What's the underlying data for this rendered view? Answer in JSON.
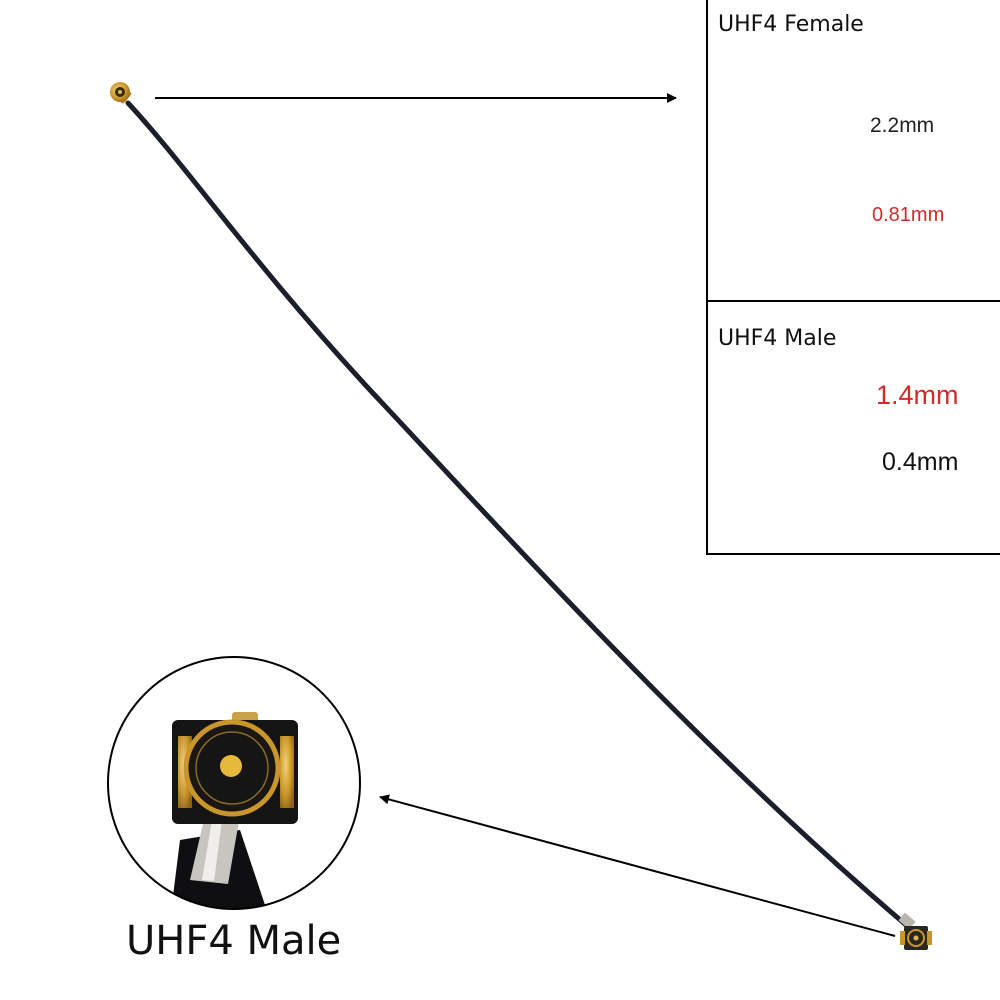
{
  "female_panel": {
    "title": "UHF4 Female",
    "head_width": "2.2mm",
    "cable_diameter": "0.81mm"
  },
  "male_panel": {
    "title": "UHF4 Male",
    "body_width": "1.4mm",
    "pin_diameter": "0.4mm"
  },
  "bottom_label": "UHF4 Male",
  "colors": {
    "cable": "#1b1f2b",
    "gold": "#c9962b",
    "dimension_red": "#d12a2a"
  }
}
